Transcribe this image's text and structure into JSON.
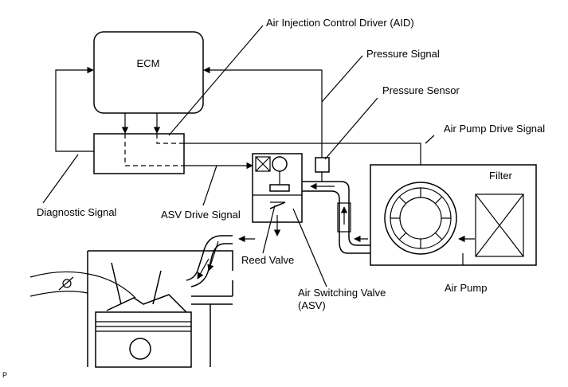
{
  "labels": {
    "ecm": "ECM",
    "aid": "Air Injection Control Driver (AID)",
    "pressure_signal": "Pressure Signal",
    "pressure_sensor": "Pressure Sensor",
    "air_pump_drive_signal": "Air Pump Drive Signal",
    "filter": "Filter",
    "diagnostic_signal": "Diagnostic Signal",
    "asv_drive_signal": "ASV Drive Signal",
    "reed_valve": "Reed Valve",
    "asv_line1": "Air Switching Valve",
    "asv_line2": "(ASV)",
    "air_pump": "Air Pump",
    "corner_mark": "P"
  }
}
